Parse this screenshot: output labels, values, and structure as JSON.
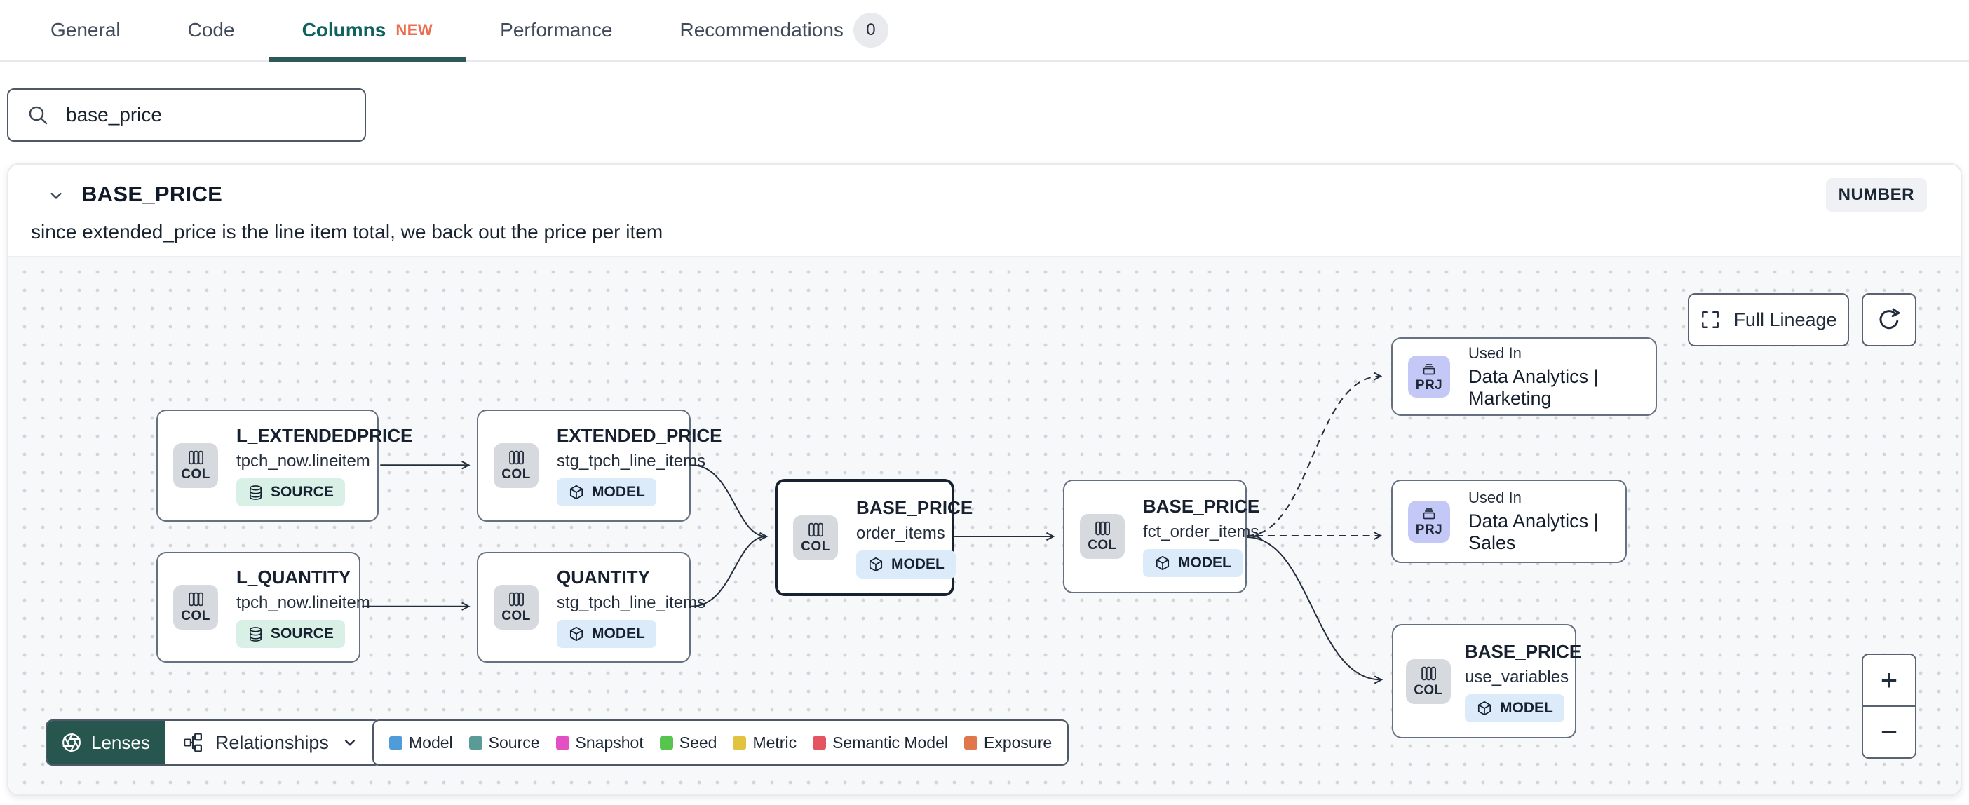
{
  "tabs": {
    "items": [
      {
        "label": "General"
      },
      {
        "label": "Code"
      },
      {
        "label": "Columns",
        "badge": "NEW"
      },
      {
        "label": "Performance"
      },
      {
        "label": "Recommendations",
        "count": "0"
      }
    ]
  },
  "search": {
    "value": "base_price"
  },
  "column_panel": {
    "name": "BASE_PRICE",
    "type": "NUMBER",
    "description": "since extended_price is the line item total, we back out the price per item"
  },
  "lineage": {
    "controls": {
      "full_lineage": "Full Lineage",
      "zoom_in": "+",
      "zoom_out": "−"
    },
    "nodes": [
      {
        "chip": "COL",
        "title": "L_EXTENDEDPRICE",
        "subtitle": "tpch_now.lineitem",
        "badge": "SOURCE"
      },
      {
        "chip": "COL",
        "title": "EXTENDED_PRICE",
        "subtitle": "stg_tpch_line_items",
        "badge": "MODEL"
      },
      {
        "chip": "COL",
        "title": "L_QUANTITY",
        "subtitle": "tpch_now.lineitem",
        "badge": "SOURCE"
      },
      {
        "chip": "COL",
        "title": "QUANTITY",
        "subtitle": "stg_tpch_line_items",
        "badge": "MODEL"
      },
      {
        "chip": "COL",
        "title": "BASE_PRICE",
        "subtitle": "order_items",
        "badge": "MODEL",
        "selected": true
      },
      {
        "chip": "COL",
        "title": "BASE_PRICE",
        "subtitle": "fct_order_items",
        "badge": "MODEL"
      },
      {
        "chip": "PRJ",
        "kicker": "Used In",
        "title": "Data Analytics | Marketing"
      },
      {
        "chip": "PRJ",
        "kicker": "Used In",
        "title": "Data Analytics | Sales"
      },
      {
        "chip": "COL",
        "title": "BASE_PRICE",
        "subtitle": "use_variables",
        "badge": "MODEL"
      }
    ],
    "footer": {
      "lenses": "Lenses",
      "relationships": "Relationships"
    },
    "legend": {
      "items": [
        {
          "label": "Model",
          "color": "#4f9cd9"
        },
        {
          "label": "Source",
          "color": "#5b9b97"
        },
        {
          "label": "Snapshot",
          "color": "#e250c3"
        },
        {
          "label": "Seed",
          "color": "#57c54d"
        },
        {
          "label": "Metric",
          "color": "#e2c340"
        },
        {
          "label": "Semantic Model",
          "color": "#e25561"
        },
        {
          "label": "Exposure",
          "color": "#e0774b"
        }
      ]
    }
  },
  "colors": {
    "active_tab": "#0f625d",
    "tab_underline": "#2d5a57",
    "new_badge": "#ed6b4e",
    "lenses_button": "#26564d",
    "model_badge_bg": "#dcebfa",
    "source_badge_bg": "#d9f0e7",
    "project_chip_bg": "#c4c8f6",
    "column_chip_bg": "#d6d9de",
    "graph_bg": "#f7f8fa"
  }
}
